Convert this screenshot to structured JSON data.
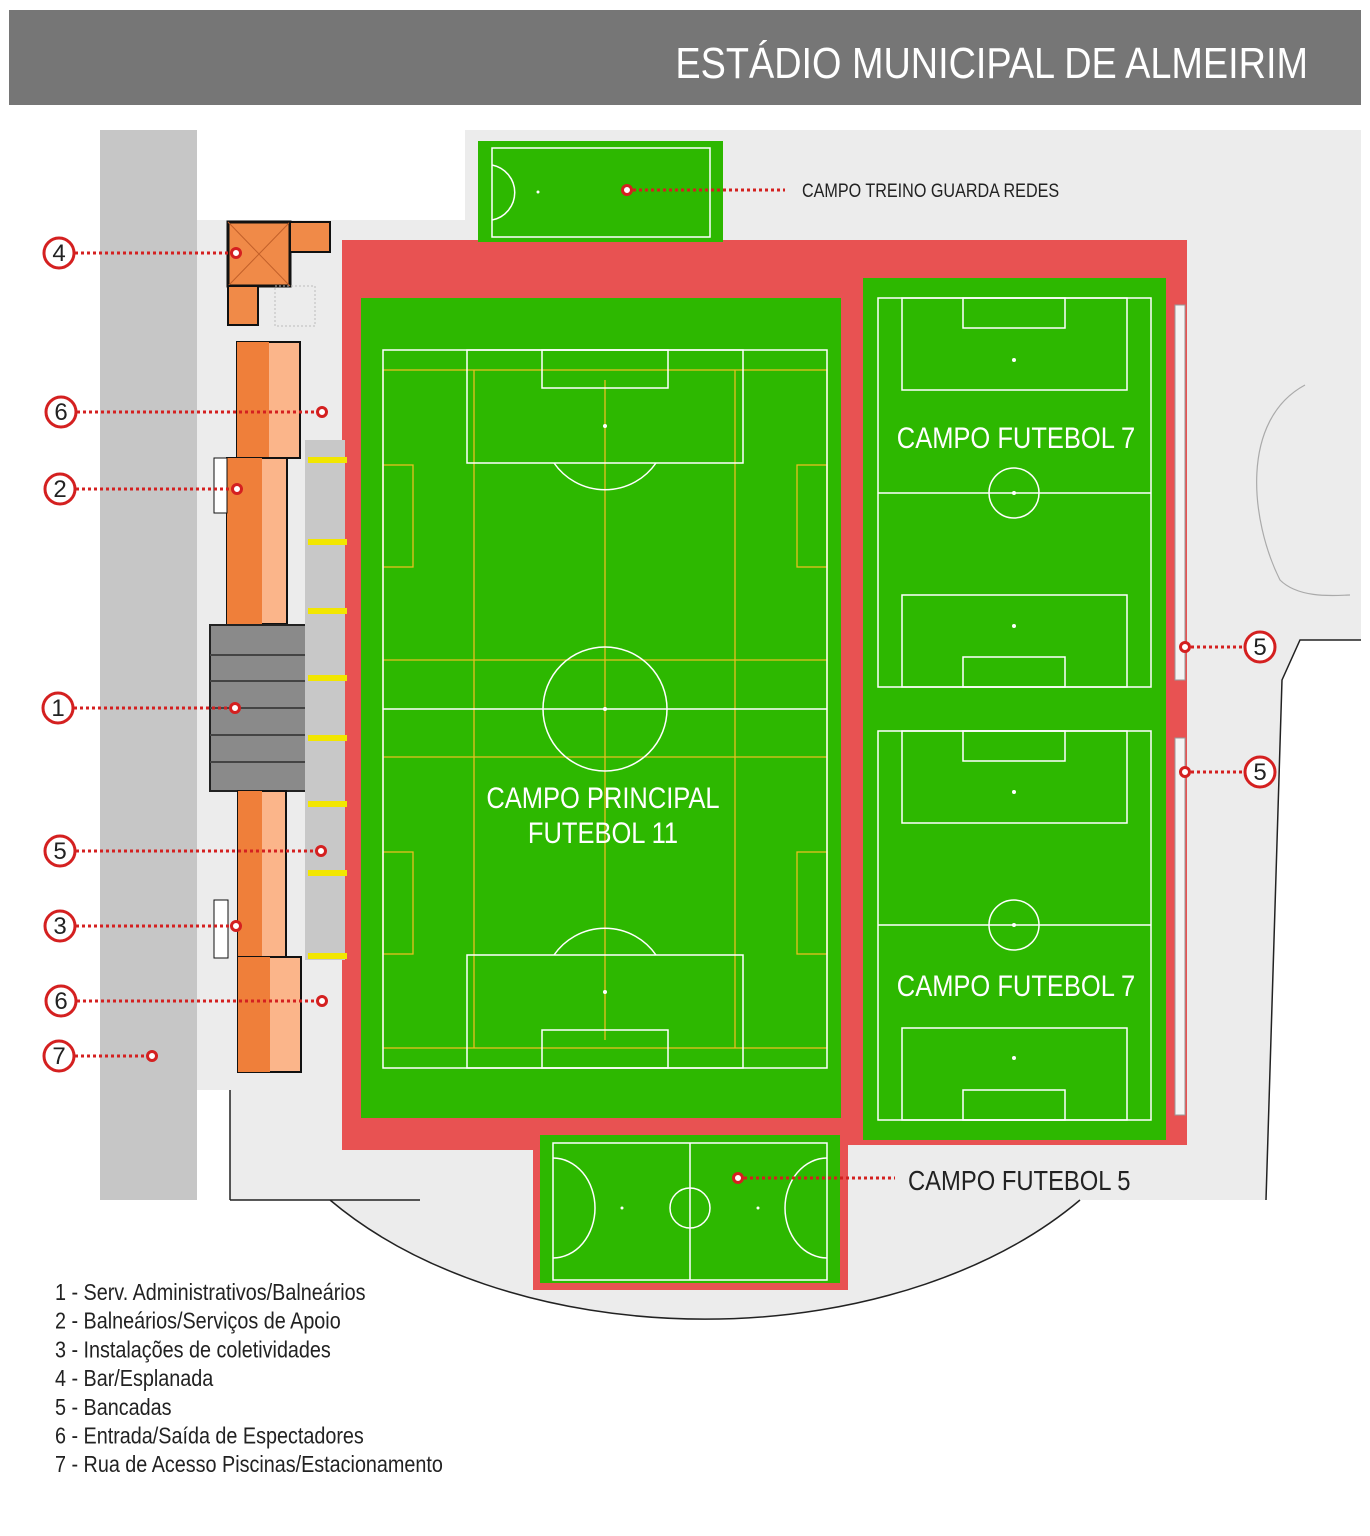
{
  "header": {
    "title": "ESTÁDIO MUNICIPAL DE ALMEIRIM"
  },
  "fields": {
    "goalkeeper_training": "CAMPO TREINO GUARDA REDES",
    "main_line1": "CAMPO PRINCIPAL",
    "main_line2": "FUTEBOL 11",
    "f7_top": "CAMPO FUTEBOL 7",
    "f7_bottom": "CAMPO FUTEBOL 7",
    "f5": "CAMPO FUTEBOL 5"
  },
  "callouts": [
    {
      "number": "4"
    },
    {
      "number": "6"
    },
    {
      "number": "2"
    },
    {
      "number": "1"
    },
    {
      "number": "5"
    },
    {
      "number": "3"
    },
    {
      "number": "6"
    },
    {
      "number": "7"
    },
    {
      "number": "5"
    },
    {
      "number": "5"
    }
  ],
  "legend": [
    "1 - Serv. Administrativos/Balneários",
    "2 - Balneários/Serviços de Apoio",
    "3 - Instalações de coletividades",
    "4 - Bar/Esplanada",
    "5 - Bancadas",
    "6 - Entrada/Saída de Espectadores",
    "7 - Rua de Acesso Piscinas/Estacionamento"
  ],
  "colors": {
    "grass": "#2db800",
    "track": "#e85252",
    "header": "#767676",
    "building": "#f08a48"
  }
}
